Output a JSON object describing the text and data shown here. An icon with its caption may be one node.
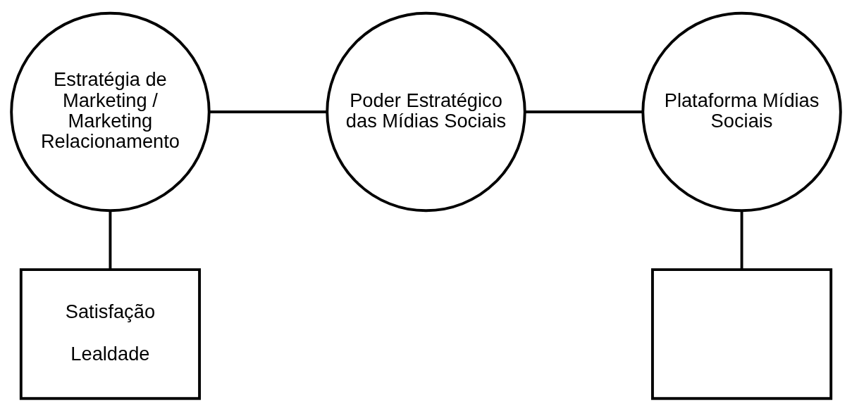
{
  "diagram": {
    "nodes": [
      {
        "text": [
          "Estratégia de Marketing / Marketing Relacionamento"
        ]
      },
      {
        "text": [
          "Poder Estratégico das Mídias Sociais"
        ]
      },
      {
        "text": [
          "Plataforma Mídias Sociais"
        ]
      },
      {
        "text": [
          "Satisfação",
          "Lealdade"
        ]
      },
      {
        "text": [],
        "shape": "box"
      }
    ],
    "edges": [
      {
        "from": 0,
        "to": 1,
        "arrow": "none"
      },
      {
        "from": 1,
        "to": 2,
        "arrow": "none"
      },
      {
        "from": 0,
        "to": 3,
        "arrow": "none"
      },
      {
        "from": 2,
        "to": 4,
        "arrow": "none"
      }
    ]
  }
}
